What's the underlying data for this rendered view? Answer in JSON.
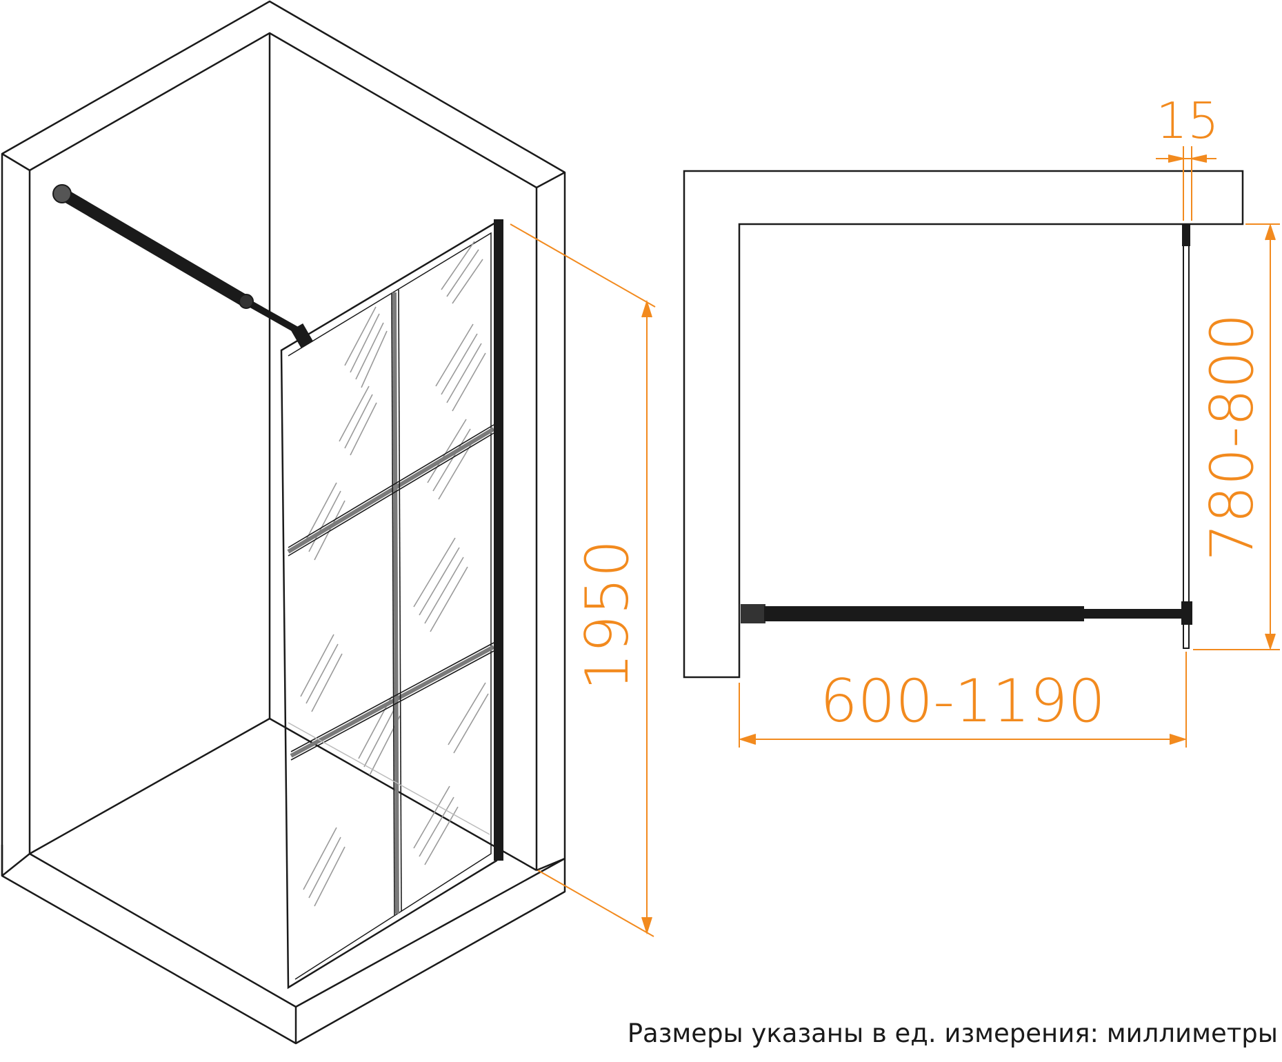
{
  "dimensions": {
    "height": "1950",
    "width_range": "600-1190",
    "depth_range": "780-800",
    "profile": "15"
  },
  "footnote": "Размеры указаны в ед. измерения: миллиметры",
  "colors": {
    "dimension": "#F28A1E",
    "line": "#1a1a1a",
    "frame": "#7a7a7a",
    "glass_hatch": "#9a9a9a",
    "background": "#ffffff"
  }
}
